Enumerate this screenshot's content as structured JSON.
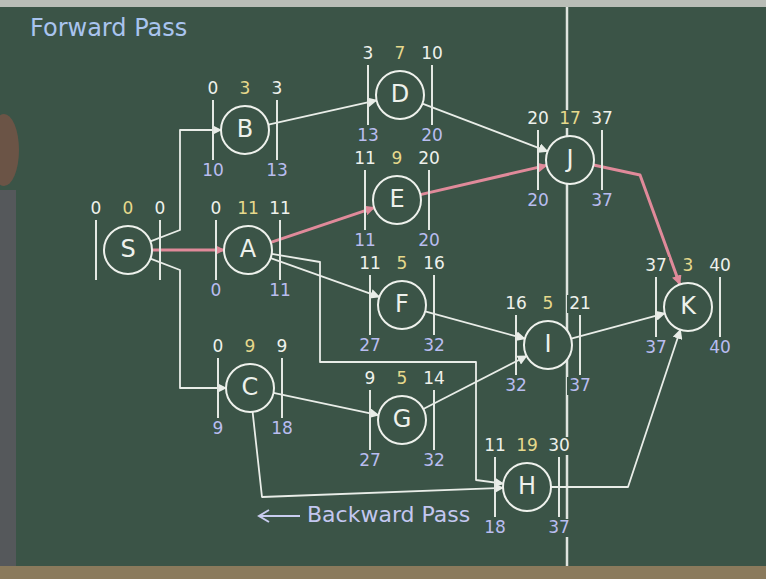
{
  "diagram": {
    "title": "Forward Pass",
    "nodes": [
      {
        "text": [
          "S",
          "0",
          "0",
          "0"
        ]
      },
      {
        "text": [
          "B",
          "3",
          "0",
          "3",
          "10",
          "13"
        ]
      },
      {
        "text": [
          "A",
          "11",
          "0",
          "11",
          "0",
          "11"
        ]
      },
      {
        "text": [
          "C",
          "9",
          "0",
          "9",
          "9",
          "18"
        ]
      },
      {
        "text": [
          "D",
          "7",
          "3",
          "10",
          "13",
          "20"
        ]
      },
      {
        "text": [
          "E",
          "9",
          "11",
          "20",
          "11",
          "20"
        ]
      },
      {
        "text": [
          "F",
          "5",
          "11",
          "16",
          "27",
          "32"
        ]
      },
      {
        "text": [
          "G",
          "5",
          "9",
          "14",
          "27",
          "32"
        ]
      },
      {
        "text": [
          "J",
          "17",
          "20",
          "37",
          "20",
          "37"
        ]
      },
      {
        "text": [
          "I",
          "5",
          "16",
          "21",
          "32",
          "37"
        ]
      },
      {
        "text": [
          "H",
          "19",
          "11",
          "30",
          "18",
          "37"
        ]
      },
      {
        "text": [
          "K",
          "3",
          "37",
          "40",
          "37",
          "40"
        ]
      }
    ],
    "edges": [
      {
        "from": 0,
        "to": 1,
        "arrow": "to"
      },
      {
        "from": 0,
        "to": 2,
        "arrow": "to"
      },
      {
        "from": 0,
        "to": 3,
        "arrow": "to"
      },
      {
        "from": 1,
        "to": 4,
        "arrow": "to"
      },
      {
        "from": 2,
        "to": 5,
        "arrow": "to"
      },
      {
        "from": 2,
        "to": 6,
        "arrow": "to"
      },
      {
        "from": 2,
        "to": 10,
        "arrow": "to"
      },
      {
        "from": 3,
        "to": 7,
        "arrow": "to"
      },
      {
        "from": 3,
        "to": 10,
        "arrow": "to"
      },
      {
        "from": 4,
        "to": 8,
        "arrow": "to"
      },
      {
        "from": 5,
        "to": 8,
        "arrow": "to"
      },
      {
        "from": 6,
        "to": 9,
        "arrow": "to"
      },
      {
        "from": 7,
        "to": 9,
        "arrow": "to"
      },
      {
        "from": 8,
        "to": 11,
        "arrow": "to"
      },
      {
        "from": 9,
        "to": 11,
        "arrow": "to"
      },
      {
        "from": 10,
        "to": 11,
        "arrow": "to"
      }
    ],
    "labels": [
      "Backward Pass"
    ]
  }
}
